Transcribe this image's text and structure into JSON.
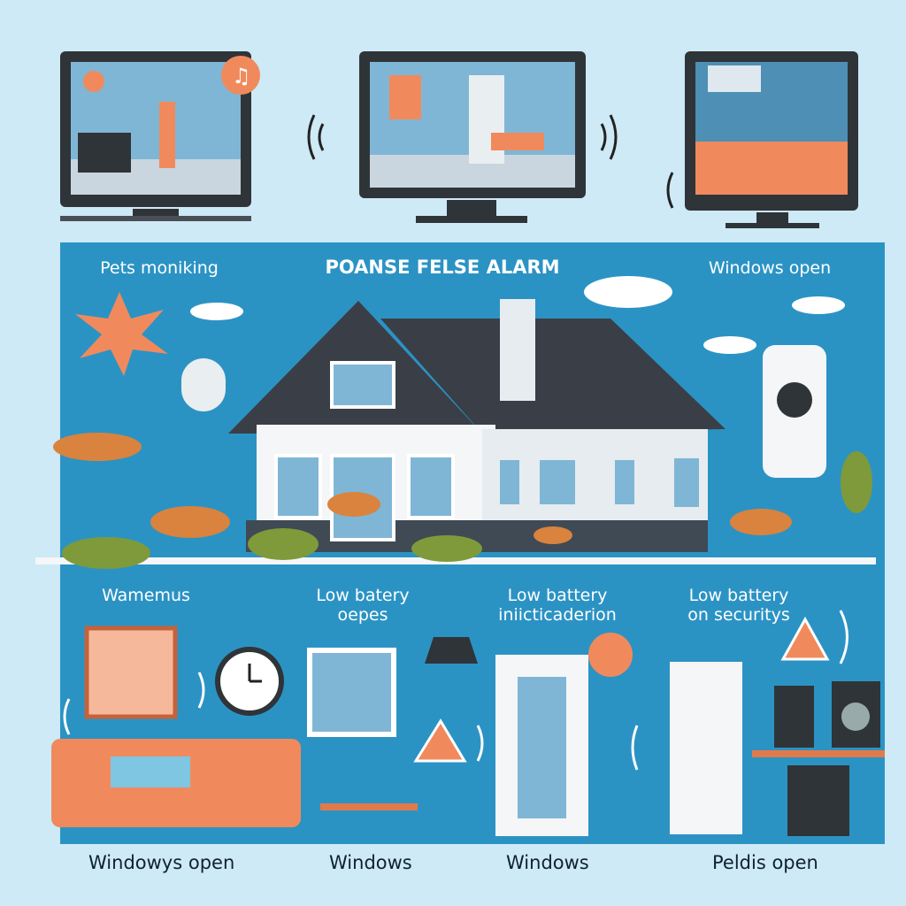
{
  "header": {
    "left_label": "Pets moniking",
    "title": "POANSE FELSE ALARM",
    "right_label": "Windows open"
  },
  "middle_labels": [
    {
      "line1": "Wamemus",
      "line2": ""
    },
    {
      "line1": "Low batery",
      "line2": "oepes"
    },
    {
      "line1": "Low battery",
      "line2": "iniicticaderion"
    },
    {
      "line1": "Low battery",
      "line2": "on securitys"
    }
  ],
  "bottom_labels": [
    "Windowys open",
    "Windows",
    "Windows",
    "Peldis open"
  ],
  "colors": {
    "background": "#cdeaf6",
    "panel": "#2b93c4",
    "accent_orange": "#f08a5d",
    "roof": "#3a3f47"
  },
  "icons": [
    "monitor-icon",
    "music-note-icon",
    "signal-waves-icon",
    "warning-icon",
    "clock-icon",
    "lamp-icon",
    "speaker-icon",
    "security-sensor-icon"
  ]
}
